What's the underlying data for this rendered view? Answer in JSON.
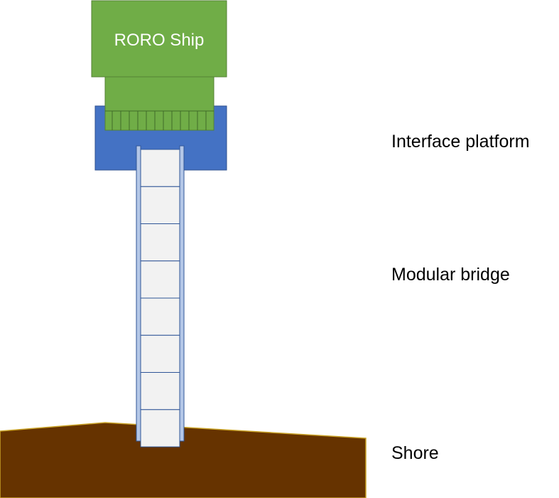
{
  "diagram": {
    "ship_label": "RORO Ship",
    "labels": {
      "interface": "Interface platform",
      "bridge": "Modular bridge",
      "shore": "Shore"
    },
    "bridge_module_count": 8,
    "colors": {
      "ship_fill": "#70ad47",
      "ship_stroke": "#548235",
      "ramp_fill": "#70ad47",
      "platform_fill": "#4472c4",
      "platform_stroke": "#2f528f",
      "bridge_fill": "#f2f2f2",
      "bridge_stroke": "#2f5597",
      "rail_fill": "#b4c7e7",
      "shore_fill": "#663300",
      "shore_stroke": "#c9a227",
      "label_text": "#000000",
      "ship_text": "#ffffff"
    }
  }
}
